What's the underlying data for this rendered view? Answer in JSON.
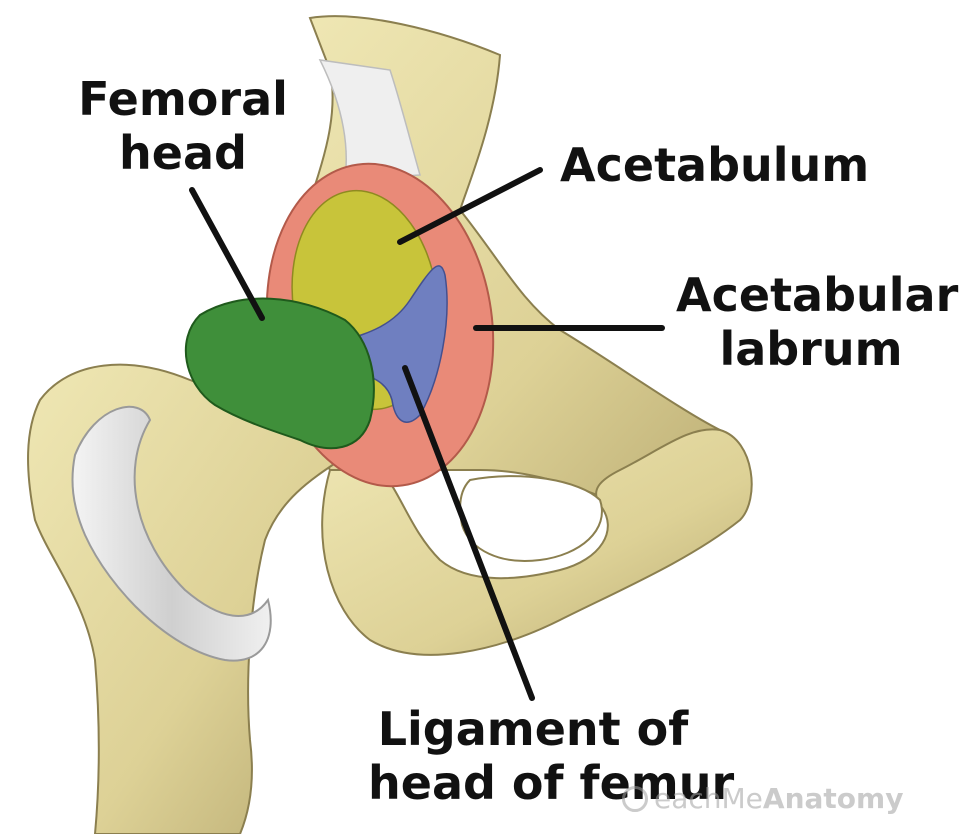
{
  "labels": {
    "femoral_head": [
      "Femoral",
      "head"
    ],
    "acetabulum": "Acetabulum",
    "acetabular_labrum": [
      "Acetabular",
      "labrum"
    ],
    "ligament": [
      "Ligament of",
      "head of femur"
    ]
  },
  "watermark": {
    "prefix": "eachMe",
    "brand": "Anatomy"
  },
  "colors": {
    "bone": "#e6dca0",
    "bone_shade": "#a89a62",
    "femoral_head": "#3f8f3a",
    "acetabulum": "#c8c43a",
    "labrum": "#e98a78",
    "ligament": "#6f7fc0",
    "cartilage": "#dcdcdc",
    "pointer": "#111111"
  }
}
